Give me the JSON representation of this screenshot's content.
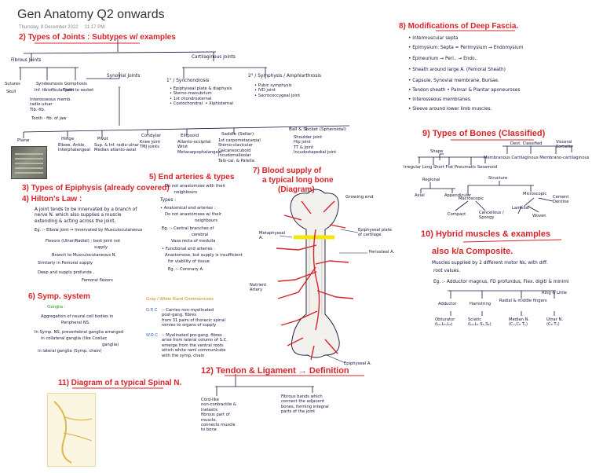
{
  "header": {
    "title": "Gen Anatomy Q2 onwards",
    "date": "Thursday, 8 December 2022",
    "time": "11:17 PM"
  },
  "joints": {
    "heading": "2) Types of Joints : Subtypes w/ examples",
    "fibrous": "Fibrous Joints",
    "cartilaginous": "Cartilaginous Joints",
    "synovial": "Synovial Joints",
    "sutures": "Sutures",
    "sutures_ex": "Skull",
    "syndesmosis": "Syndesmosis",
    "syndesmosis_ex": "Inf. tibiofibular joint",
    "interosseous": "Interosseous memb.\nradio-ulnar\nTib.-fib.",
    "gomphosis": "Gomphosis",
    "gomphosis_ex": "Tooth to socket",
    "fibrous_note": "Tooth - fib. of jaw",
    "primary": "1° / Synchondrosis",
    "primary_list": "• Epiphyseal plate & diaphysis\n• Sterno-manubrium\n• 1st chondrosternal\n• Costochondral  • Xiphisternal",
    "secondary": "2° / Symphysis / Amphiarthrosis",
    "secondary_list": "• Pubic symphysis\n• IVD joint\n• Sacrococcygeal joint",
    "types": [
      {
        "name": "Plane",
        "ex": ""
      },
      {
        "name": "Hinge",
        "ex": "Elbow, Ankle,\nInterphalangeal"
      },
      {
        "name": "Pivot",
        "ex": "Sup. & Inf. radio-ulnar\nMedian atlanto-axial"
      },
      {
        "name": "Condylar",
        "ex": "Knee joint\nTMJ joints"
      },
      {
        "name": "Ellipsoid",
        "ex": "Atlanto-occipital\nWrist\nMetacarpophalangeal"
      },
      {
        "name": "Saddle (Sellar)",
        "ex": "1st carpometacarpal\nSterno-clavicular\nCalcaneocuboid\nIncudomalleolar\nTalo-cal. & Patella"
      },
      {
        "name": "Ball & Socket (Spheroidal)",
        "ex": "Shoulder joint\nHip joint\nTT & Joint\nIncudostapedial joint"
      }
    ]
  },
  "epiphysis": {
    "heading": "3) Types of Epiphysis (already covered)",
    "hilton_heading": "4) Hilton's Law :",
    "hilton_text": "A joint tends to be innervated by a branch of\nnerve N. which also supplies a muscle\nextending & acting across the joint.",
    "ex1": "Eg. :- Elbow joint ↔ Innervated by Musculocutaneous",
    "ex2": "Flexors (Ulnar/Radial) ; best joint not",
    "ex3": "supply",
    "ex4": "Branch to Musculocutaneous N.",
    "ex5": "Similarly in Femoral supply",
    "ex6": "Deep and supply  profunda ,",
    "ex7": "Femoral flexors"
  },
  "arteries": {
    "heading": "5) End arteries & types",
    "line1": "Do not anastomose with their",
    "line2": "neighbours",
    "types_label": "Types :",
    "t1": "• Anatomical end arteries :",
    "t1a": "Do not anastomose w/ their",
    "t1b": "neighbours",
    "eg1": "Eg. :- Central branches of",
    "eg1b": "cerebral",
    "eg1c": "Vasa recta of medulla",
    "t2": "• Functional end arteries :",
    "t2a": "Anastomose, but supply is insufficient",
    "t2b": "for viability of tissue",
    "eg2": "Eg. :- Coronary A."
  },
  "blood": {
    "heading1": "7) Blood supply of",
    "heading2": "a typical long bone",
    "heading3": "(Diagram)",
    "grow_end": "Growing end",
    "epiphyseal": "Epiphyseal plate\nof cartilage",
    "periosteal": "Periosteal A.",
    "nutrient": "Nutrient\nArtery",
    "metaphyseal": "Metaphyseal\nA.",
    "epiphyseal_a": "Epiphyseal A."
  },
  "symp": {
    "heading": "6) Symp. system",
    "ganglia": "Ganglia :",
    "l1": "Aggregation of neural cell bodies in",
    "l2": "Peripheral NS.",
    "l3": "In Symp. NS, prevertebral ganglia arranged",
    "l4": "in collateral ganglia (like Coeliac",
    "l5": "ganglia)",
    "l6": "in lateral ganglia (Symp. chain)"
  },
  "rami": {
    "heading": "Gray / White Rami Communicans",
    "grc": "G.R.C",
    "grc_text": ":- Carries non-myelinated\npost-gang. fibres\nfrom 31 pairs of thoracic spinal\nnerves to organs of supply",
    "wrc": "W.R.C",
    "wrc_text": ":- Myelinated pre-gang. fibres\narise from lateral column of S.C.\nemerge from the ventral roots\nwhich white rami communicate\nwith the symp. chain"
  },
  "spinal": {
    "heading": "11) Diagram of a typical Spinal N."
  },
  "tendon": {
    "heading": "12) Tendon & Ligament → Definition",
    "tendon_text": "Cord-like\nnon-contractile &\ninelastic\nfibrous part of\nmuscle,\nconnects muscle\nto bone",
    "ligament_text": "Fibrous bands which\nconnect the adjacent\nbones, forming integral\nparts of the joint"
  },
  "fascia": {
    "heading": "8) Modifications of Deep Fascia.",
    "items": [
      "• Intermuscular septa",
      "• Epimysium: Septa = Perimysium → Endomysium",
      "• Epineurium → Peri.. → Endo..",
      "• Sheath around large A. (Femoral Sheath)",
      "• Capsule, Synovial membrane, Bursae.",
      "• Tendon sheath  • Palmar & Plantar aponeuroses",
      "• Interosseous membranes.",
      "• Sleeve around lower limb muscles."
    ]
  },
  "bones": {
    "heading": "9) Types of Bones (Classified)",
    "shape": "Shape",
    "development": "Devt. Classified",
    "regional": "Regional",
    "structure": "Structure",
    "shape_items": "Irregular  Long  Short  Flat  Pneumatic  Sesamoid",
    "dev_items": "Membranous  Cartilaginous  Membrano-cartilaginous",
    "dev_right": "Visceral\nSomatic",
    "axial": "Axial",
    "appendicular": "Appendicular",
    "macro": "Macroscopic",
    "micro": "Microscopic",
    "compact": "Compact",
    "cancellous": "Cancellous /\nSpongy",
    "lamellar": "Lamellar",
    "woven": "Woven",
    "cement": "Cement\nDentine"
  },
  "hybrid": {
    "heading": "10) Hybrid muscles & examples",
    "subheading": "also k/a Composite.",
    "l1": "Muscles supplied by 2 different motor Ns, with diff.",
    "l2": "root values.",
    "l3": "Eg. :- Adductor magnus, FD profundus, Flex. digiti & minimi",
    "m1": "Adductor",
    "m1b": "Obturator\n(L₂,L₃,L₄)",
    "m2": "Hamstring",
    "m2b": "Sciatic\n(L₄,L₅ S₁,S₂)",
    "m3": "Radial & middle fingers",
    "m3b": "Median N.\n(C₇,C₈ T₁)",
    "m4": "Ring & Little",
    "m4b": "Ulnar N.\n(C₈ T₁)"
  },
  "colors": {
    "heading_red": "#d8232a",
    "ink": "#14143c",
    "bone_yellow": "#f2e60a"
  }
}
